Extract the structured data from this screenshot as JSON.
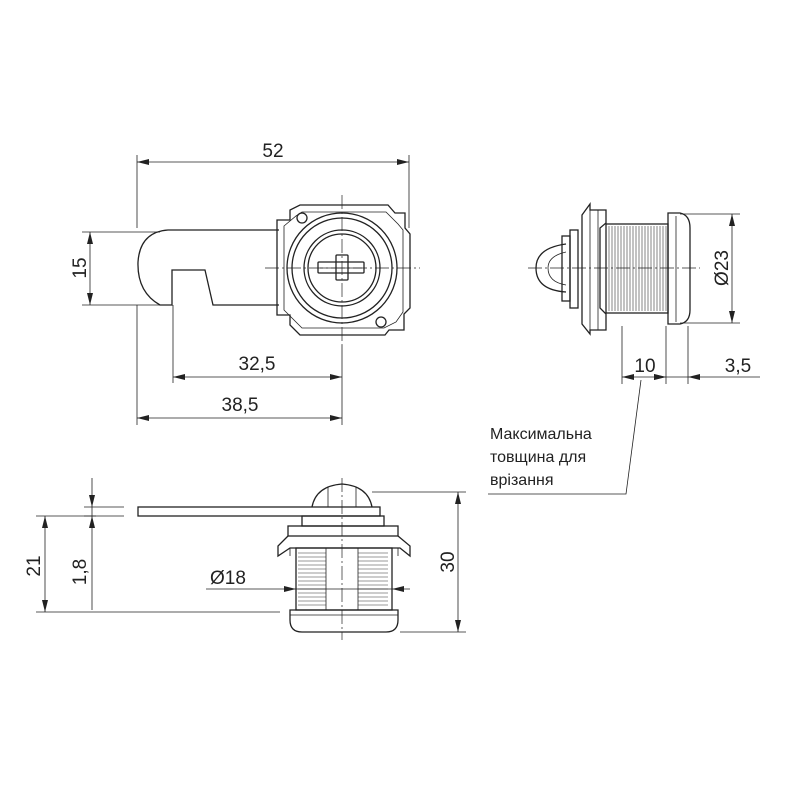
{
  "dimensions": {
    "width_overall": "52",
    "height_cam": "15",
    "offset_32_5": "32,5",
    "offset_38_5": "38,5",
    "diameter_23": "Ø23",
    "thickness_10": "10",
    "flange_3_5": "3,5",
    "diameter_18": "Ø18",
    "cam_thickness_1_8": "1,8",
    "height_21": "21",
    "height_30": "30"
  },
  "note": {
    "line1": "Максимальна",
    "line2": "товщина для",
    "line3": "врізання"
  }
}
